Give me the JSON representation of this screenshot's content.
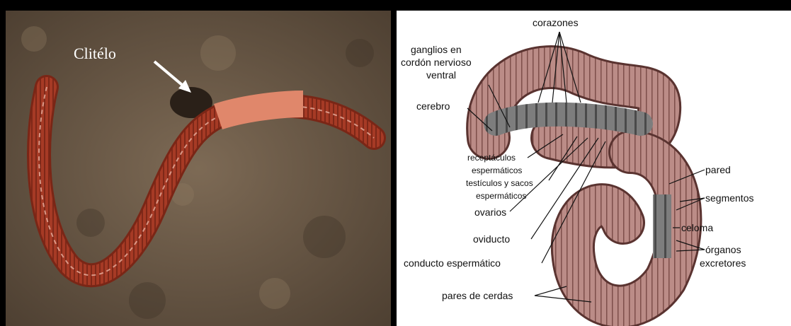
{
  "photo": {
    "clitelo_label": "Clitélo"
  },
  "diagram": {
    "labels": {
      "corazones": "corazones",
      "ganglios_1": "ganglios en",
      "ganglios_2": "cordón nervioso",
      "ganglios_3": "ventral",
      "cerebro": "cerebro",
      "receptaculos_1": "receptáculos",
      "receptaculos_2": "espermáticos",
      "testiculos_1": "testículos y sacos",
      "testiculos_2": "espermáticos",
      "ovarios": "ovarios",
      "oviducto": "oviducto",
      "conducto": "conducto espermático",
      "pares": "pares de cerdas",
      "pared": "pared",
      "segmentos": "segmentos",
      "celoma": "celoma",
      "organos_1": "órganos",
      "organos_2": "excretores"
    }
  },
  "colors": {
    "worm_photo": "#b2432c",
    "clitellum": "#e0876b",
    "soil": "#6b5a47",
    "worm_diagram": "#b98883",
    "frame": "#000000"
  }
}
